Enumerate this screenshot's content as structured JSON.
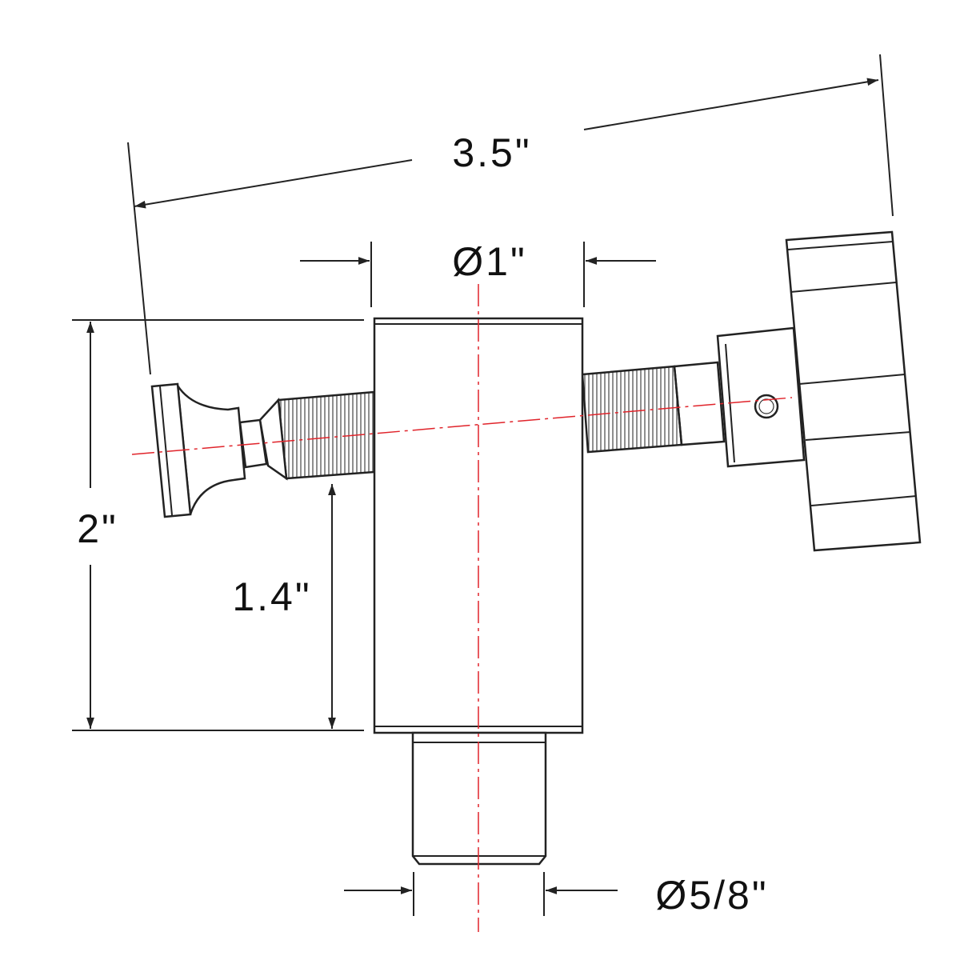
{
  "dimensions": {
    "overall_length": "3.5\"",
    "body_diameter": "Ø1\"",
    "body_height": "2\"",
    "screw_height": "1.4\"",
    "spigot_diameter": "Ø5/8\""
  },
  "colors": {
    "outline": "#222222",
    "centerline": "#e0242b",
    "background": "#ffffff"
  }
}
